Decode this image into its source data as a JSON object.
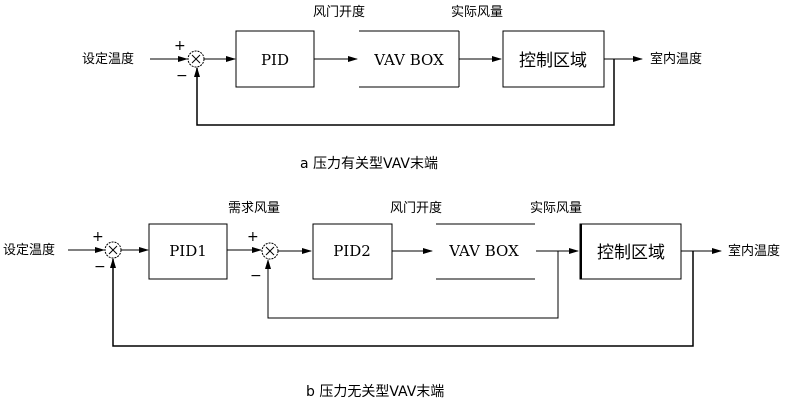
{
  "diagram_a": {
    "caption": "a  压力有关型VAV末端",
    "input_label": "设定温度",
    "plus": "+",
    "minus": "−",
    "pid_label": "PID",
    "damper_label": "风门开度",
    "vav_label": "VAV BOX",
    "airflow_label": "实际风量",
    "zone_label": "控制区域",
    "output_label": "室内温度"
  },
  "diagram_b": {
    "caption": "b  压力无关型VAV末端",
    "input_label": "设定温度",
    "plus1": "+",
    "minus1": "−",
    "pid1_label": "PID1",
    "demand_label": "需求风量",
    "plus2": "+",
    "minus2": "−",
    "pid2_label": "PID2",
    "damper_label": "风门开度",
    "vav_label": "VAV BOX",
    "airflow_label": "实际风量",
    "zone_label": "控制区域",
    "output_label": "室内温度"
  }
}
